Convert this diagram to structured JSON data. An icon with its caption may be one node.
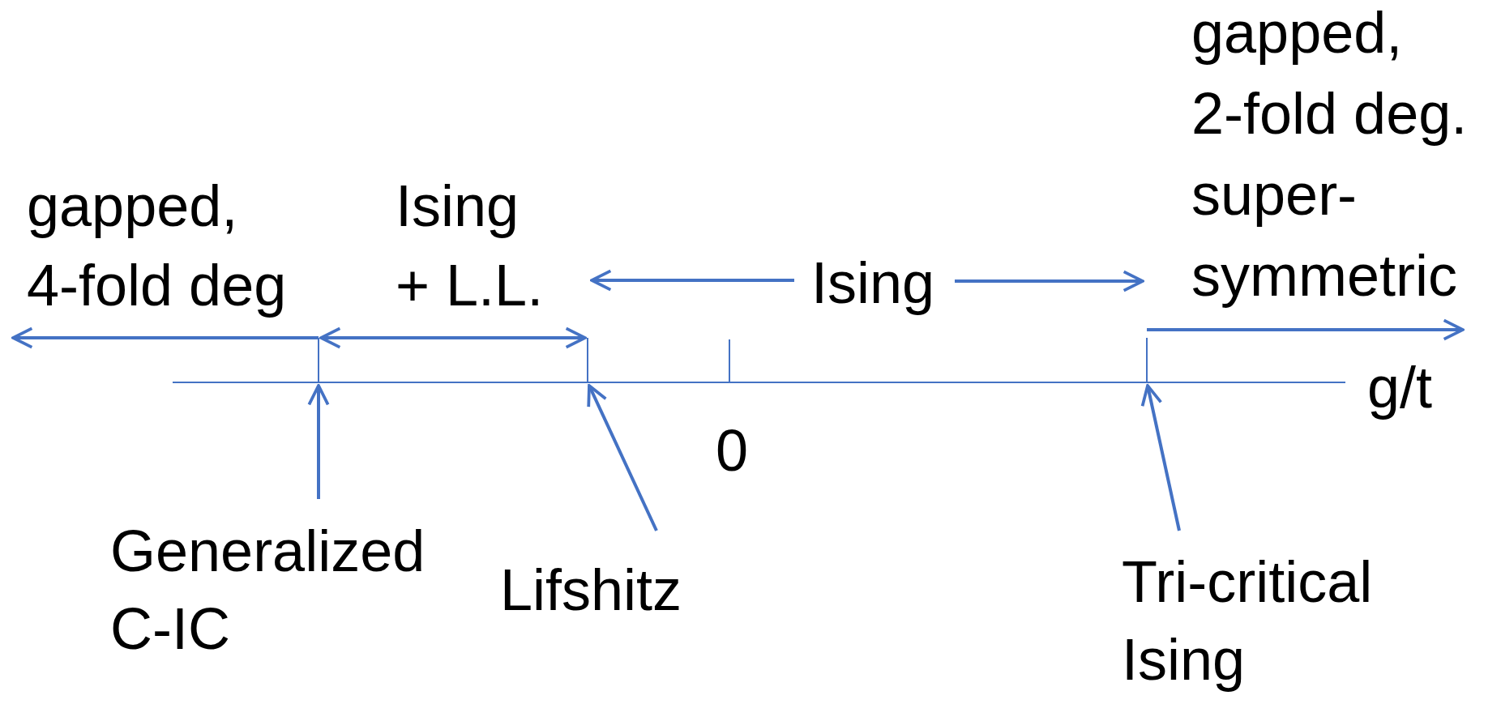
{
  "diagram": {
    "nodes": [
      {
        "text": [
          "Generalized C-IC"
        ]
      },
      {
        "text": [
          "Lifshitz"
        ]
      },
      {
        "text": [
          "Tri-critical Ising"
        ]
      }
    ],
    "edges": [
      {
        "from": 0,
        "to": null,
        "arrow": "to"
      },
      {
        "from": 1,
        "to": null,
        "arrow": "to"
      },
      {
        "from": 2,
        "to": null,
        "arrow": "to"
      }
    ],
    "labels": [
      "gapped, 4-fold deg",
      "Ising + L.L.",
      "Ising",
      "gapped, 2-fold deg. super-symmetric",
      "0",
      "g/t"
    ]
  }
}
